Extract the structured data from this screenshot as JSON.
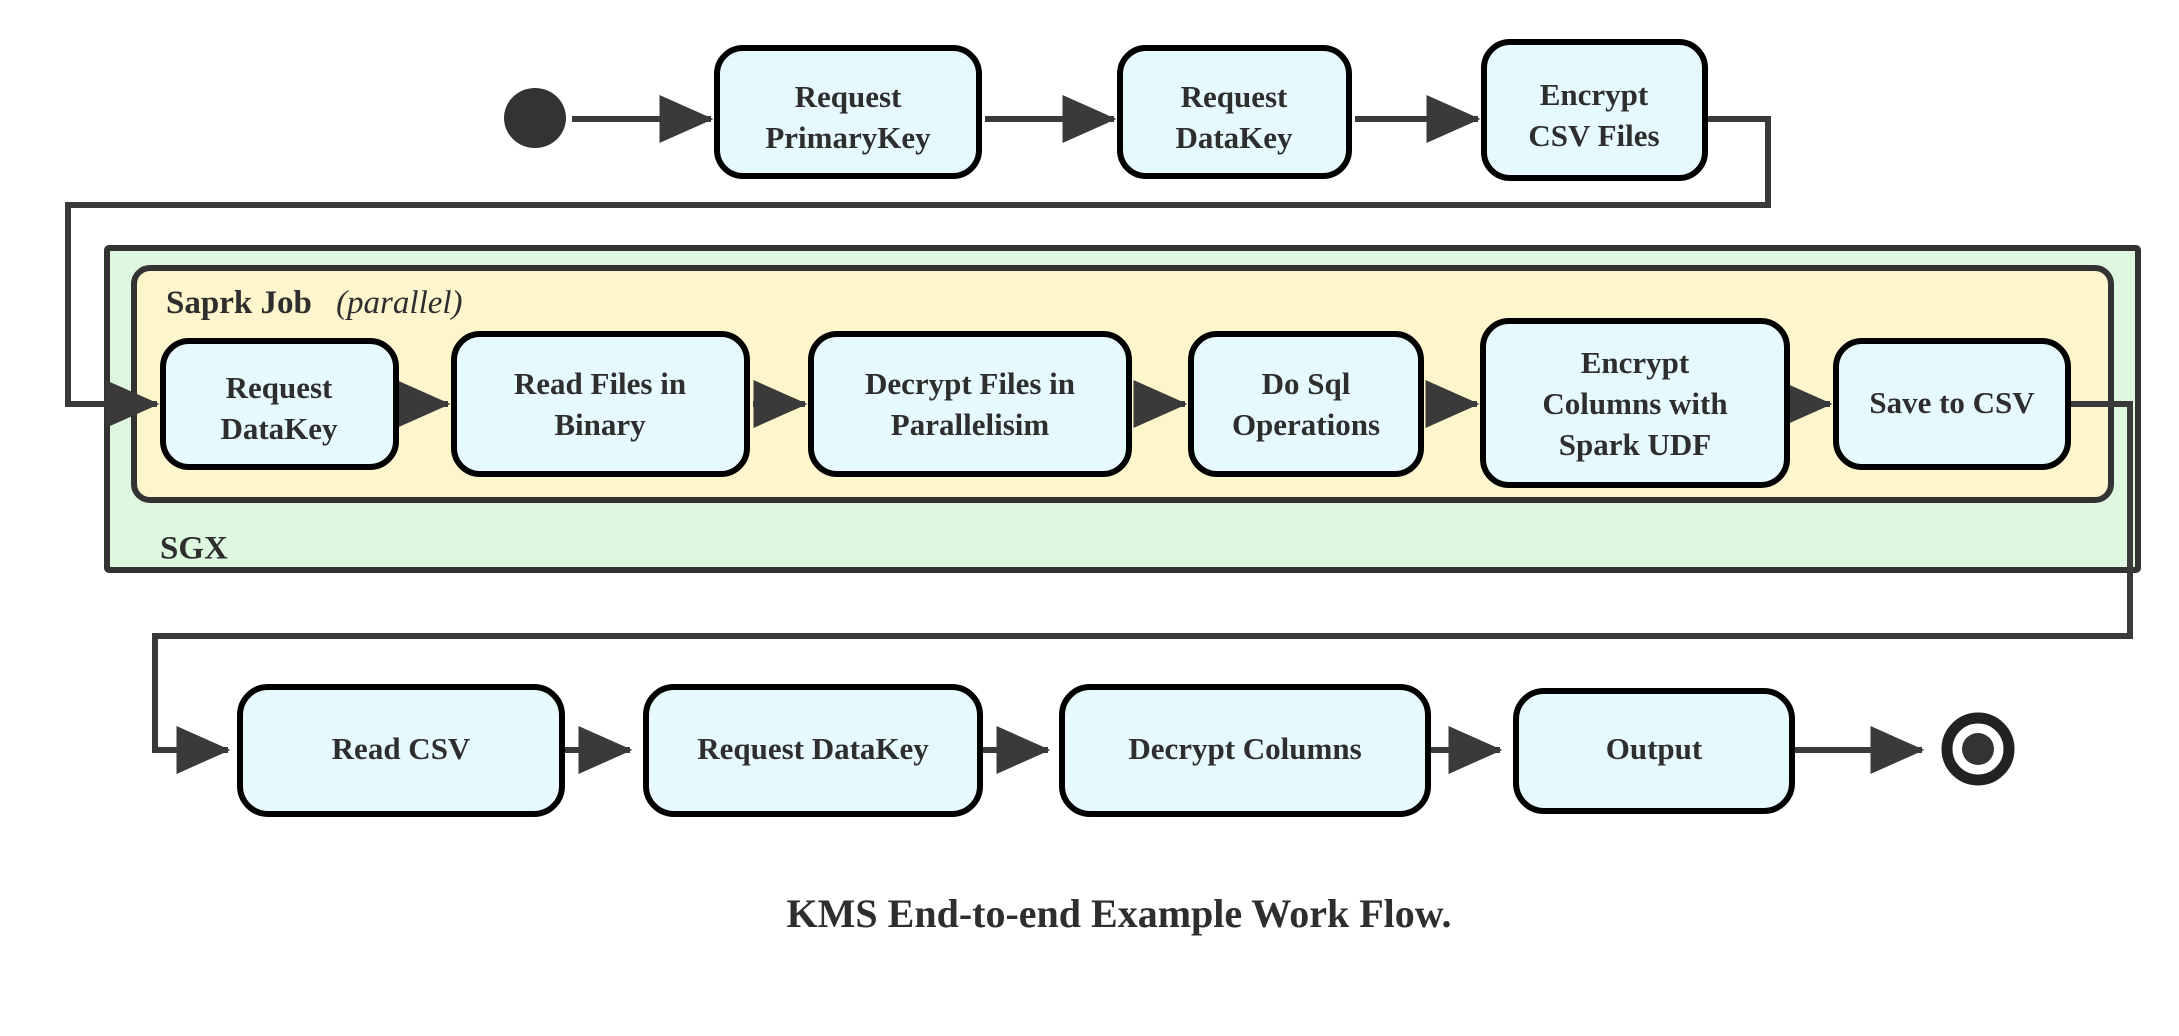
{
  "figure": {
    "caption": "KMS End-to-end Example Work Flow.",
    "type": "activity-flowchart",
    "background_color": "#ffffff"
  },
  "colors": {
    "node_fill": "#e6fafd",
    "node_stroke": "#000000",
    "sgx_fill": "#def7df",
    "spark_fill": "#fdf5cc",
    "container_stroke": "#333333",
    "edge_stroke": "#3a3a3a",
    "terminal_fill": "#333333",
    "text": "#2e2e2e"
  },
  "containers": {
    "sgx": {
      "label": "SGX"
    },
    "spark": {
      "label_bold": "Saprk Job",
      "label_italic": "(parallel)"
    }
  },
  "terminals": {
    "start": {
      "name": "start-node"
    },
    "end": {
      "name": "end-node"
    }
  },
  "rows": {
    "top": {
      "nodes": [
        {
          "id": "request-primarykey",
          "lines": [
            "Request",
            "PrimaryKey"
          ]
        },
        {
          "id": "request-datakey-top",
          "lines": [
            "Request",
            "DataKey"
          ]
        },
        {
          "id": "encrypt-csv-files",
          "lines": [
            "Encrypt",
            "CSV Files"
          ]
        }
      ]
    },
    "middle": {
      "nodes": [
        {
          "id": "request-datakey-spark",
          "lines": [
            "Request",
            "DataKey"
          ]
        },
        {
          "id": "read-files-in-binary",
          "lines": [
            "Read Files in",
            "Binary"
          ]
        },
        {
          "id": "decrypt-files-in-parallelisim",
          "lines": [
            "Decrypt Files in",
            "Parallelisim"
          ]
        },
        {
          "id": "do-sql-operations",
          "lines": [
            "Do Sql",
            "Operations"
          ]
        },
        {
          "id": "encrypt-columns-with-spark-udf",
          "lines": [
            "Encrypt",
            "Columns with",
            "Spark UDF"
          ]
        },
        {
          "id": "save-to-csv",
          "lines": [
            "Save to CSV"
          ]
        }
      ]
    },
    "bottom": {
      "nodes": [
        {
          "id": "read-csv",
          "lines": [
            "Read CSV"
          ]
        },
        {
          "id": "request-datakey-bottom",
          "lines": [
            "Request DataKey"
          ]
        },
        {
          "id": "decrypt-columns",
          "lines": [
            "Decrypt Columns"
          ]
        },
        {
          "id": "output",
          "lines": [
            "Output"
          ]
        }
      ]
    }
  },
  "edges": [
    {
      "id": "start-to-request-primarykey",
      "from": "start-node",
      "to": "request-primarykey"
    },
    {
      "id": "request-primarykey-to-request-datakey",
      "from": "request-primarykey",
      "to": "request-datakey-top"
    },
    {
      "id": "request-datakey-to-encrypt-csv-files",
      "from": "request-datakey-top",
      "to": "encrypt-csv-files"
    },
    {
      "id": "encrypt-csv-files-to-request-datakey-spark",
      "from": "encrypt-csv-files",
      "to": "request-datakey-spark"
    },
    {
      "id": "request-datakey-spark-to-read-files-in-binary",
      "from": "request-datakey-spark",
      "to": "read-files-in-binary"
    },
    {
      "id": "read-files-in-binary-to-decrypt-files",
      "from": "read-files-in-binary",
      "to": "decrypt-files-in-parallelisim"
    },
    {
      "id": "decrypt-files-to-do-sql-operations",
      "from": "decrypt-files-in-parallelisim",
      "to": "do-sql-operations"
    },
    {
      "id": "do-sql-operations-to-encrypt-columns",
      "from": "do-sql-operations",
      "to": "encrypt-columns-with-spark-udf"
    },
    {
      "id": "encrypt-columns-to-save-to-csv",
      "from": "encrypt-columns-with-spark-udf",
      "to": "save-to-csv"
    },
    {
      "id": "save-to-csv-to-read-csv",
      "from": "save-to-csv",
      "to": "read-csv"
    },
    {
      "id": "read-csv-to-request-datakey-bottom",
      "from": "read-csv",
      "to": "request-datakey-bottom"
    },
    {
      "id": "request-datakey-bottom-to-decrypt-columns",
      "from": "request-datakey-bottom",
      "to": "decrypt-columns"
    },
    {
      "id": "decrypt-columns-to-output",
      "from": "decrypt-columns",
      "to": "output"
    },
    {
      "id": "output-to-end",
      "from": "output",
      "to": "end-node"
    }
  ]
}
